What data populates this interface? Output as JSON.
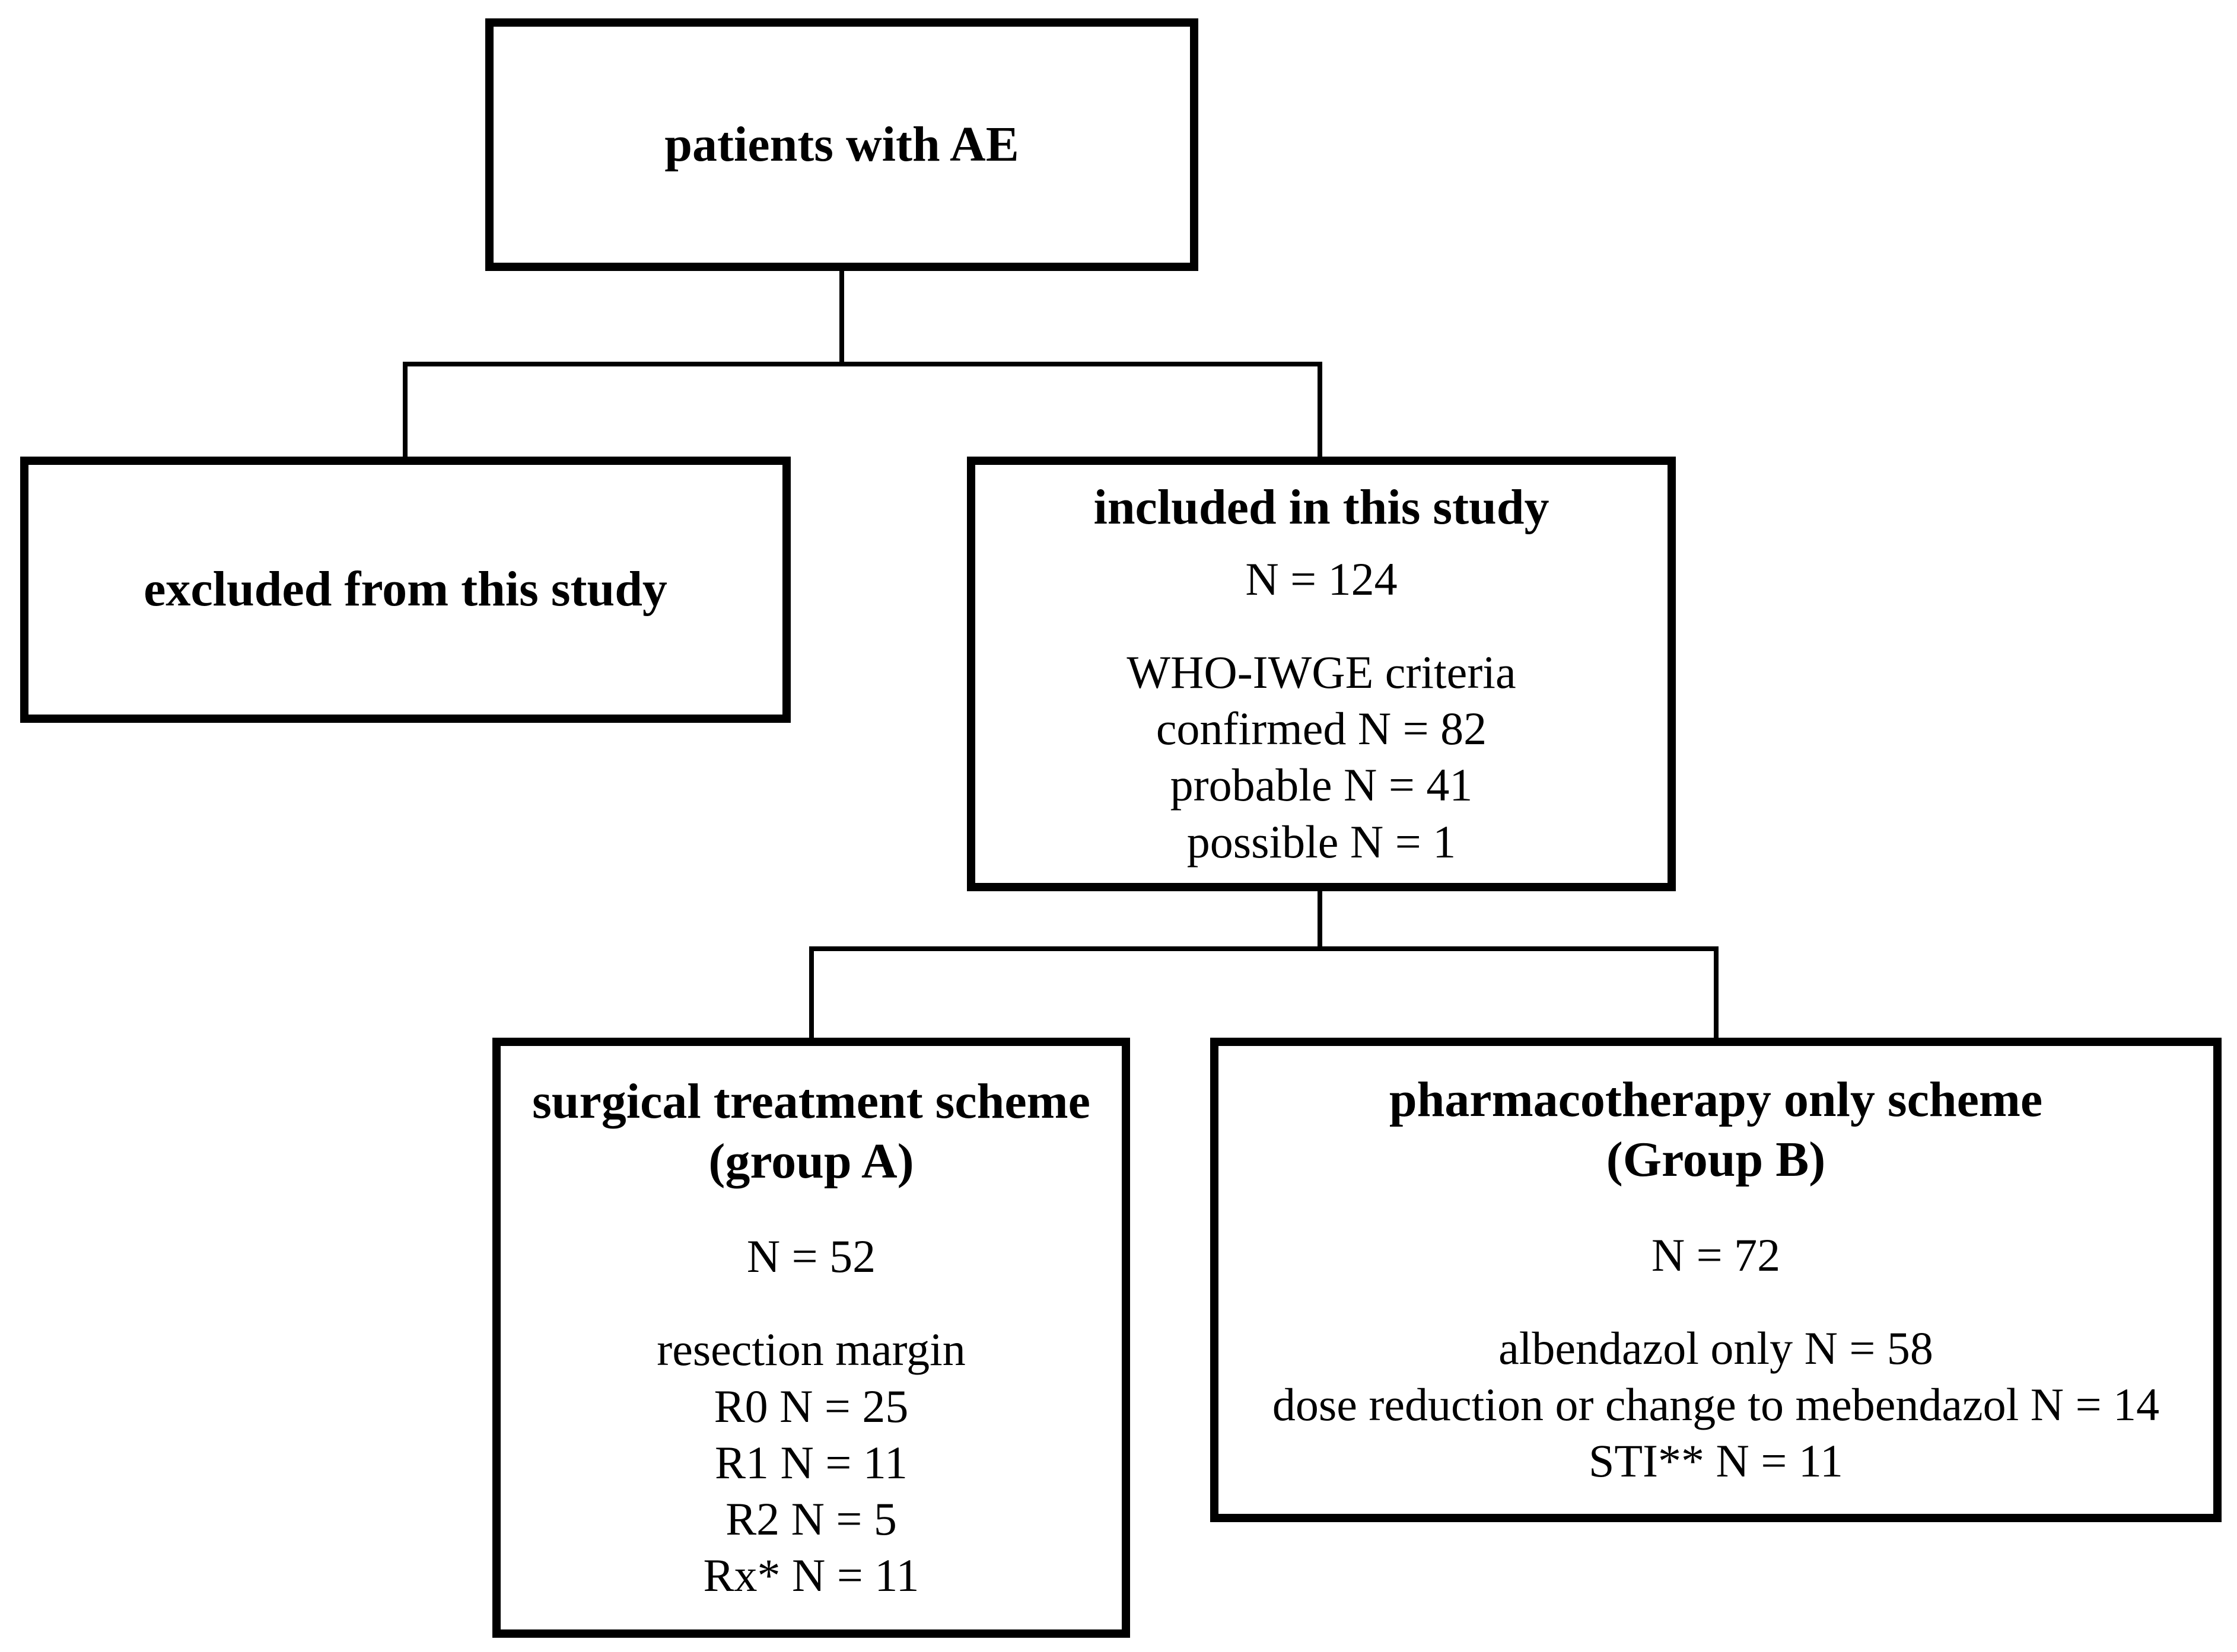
{
  "figure": {
    "background_color": "#ffffff",
    "line_color": "#000000",
    "text_color": "#000000"
  },
  "boxes": {
    "patients": {
      "title": "patients with AE"
    },
    "excluded": {
      "title": "excluded from this study"
    },
    "included": {
      "title": "included in this study",
      "n": "N = 124",
      "criteria_header": "WHO-IWGE criteria",
      "criteria": [
        "confirmed N = 82",
        "probable N = 41",
        "possible N = 1"
      ]
    },
    "group_a": {
      "title": "surgical treatment scheme",
      "subtitle": "(group A)",
      "n": "N = 52",
      "detail_header": "resection margin",
      "details": [
        "R0 N = 25",
        "R1 N = 11",
        "R2 N = 5",
        "Rx* N = 11"
      ]
    },
    "group_b": {
      "title": "pharmacotherapy only scheme",
      "subtitle": "(Group B)",
      "n": "N = 72",
      "details": [
        "albendazol only N = 58",
        "dose reduction or change to mebendazol N = 14",
        "STI** N = 11"
      ]
    }
  }
}
